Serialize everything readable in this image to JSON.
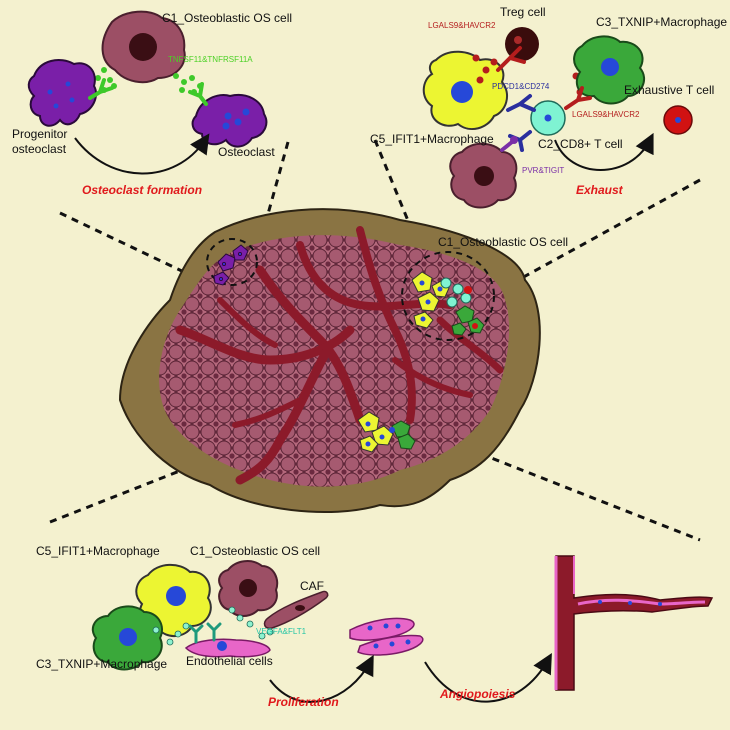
{
  "panels": {
    "osteoclast": {
      "source_cell": "C1_Osteoblastic OS cell",
      "ligand_pair": "TNFSF11&TNFRSF11A",
      "progenitor_line1": "Progenitor",
      "progenitor_line2": "osteoclast",
      "target_cell": "Osteoclast",
      "process": "Osteoclast formation"
    },
    "exhaust": {
      "treg": "Treg cell",
      "macrophage_c3": "C3_TXNIP+Macrophage",
      "pair_lgals9_top": "LGALS9&HAVCR2",
      "pair_pdcd1": "PDCD1&CD274",
      "pair_lgals9_right": "LGALS9&HAVCR2",
      "exhaustive": "Exhaustive T cell",
      "macrophage_c5": "C5_IFIT1+Macrophage",
      "cd8": "C2_CD8+ T cell",
      "pair_pvr": "PVR&TIGIT",
      "process": "Exhaust"
    },
    "tumor": {
      "label": "C1_Osteoblastic OS cell"
    },
    "angio": {
      "macrophage_c5": "C5_IFIT1+Macrophage",
      "osteoblastic": "C1_Osteoblastic OS cell",
      "caf": "CAF",
      "pair_vegfa": "VEGFA&FLT1",
      "macrophage_c3": "C3_TXNIP+Macrophage",
      "endothelial": "Endothelial cells",
      "process_proliferation": "Proliferation",
      "process_angiopoiesis": "Angiopoiesis"
    }
  },
  "colors": {
    "background": "#f4f1cf",
    "tumor_matrix": "#8a7443",
    "tumor_cell": "#9a4c64",
    "vessel": "#8c1a2a",
    "osteoclast": "#7a1fa8",
    "macrophage_c5": "#ecf532",
    "macrophage_c3": "#3aa83a",
    "cd8_cell": "#7ff3d2",
    "treg_cell": "#3a0c0c",
    "exhaustive_cell": "#d11212",
    "endothelial": "#e866c8",
    "green_ligand": "#4bd126",
    "process_text": "#e0191c"
  }
}
